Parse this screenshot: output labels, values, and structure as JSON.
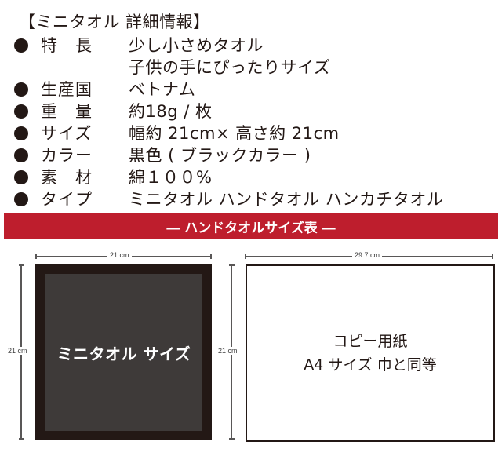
{
  "header": {
    "title": "【ミニタオル 詳細情報】"
  },
  "details": [
    {
      "label": "特　長",
      "value": "少し小さめタオル"
    },
    {
      "label": "",
      "value": "子供の手にぴったりサイズ"
    },
    {
      "label": "生産国",
      "value": "ベトナム"
    },
    {
      "label": "重　量",
      "value": "約18g / 枚"
    },
    {
      "label": "サイズ",
      "value": "幅約 21cm×  高さ約 21cm"
    },
    {
      "label": "カラー",
      "value": "黒色 ( ブラックカラー )"
    },
    {
      "label": "素　材",
      "value": "綿１００%"
    },
    {
      "label": "タイプ",
      "value": "ミニタオル  ハンドタオル  ハンカチタオル"
    }
  ],
  "band": {
    "label": "― ハンドタオルサイズ表 ―",
    "color": "#be1e2d"
  },
  "diagram": {
    "towel": {
      "label": "ミニタオル サイズ",
      "width": "21 cm",
      "height": "21 cm",
      "outer_color": "#231815",
      "inner_color": "#3e3a39"
    },
    "paper": {
      "line1": "コピー用紙",
      "line2": "A4 サイズ 巾と同等",
      "width": "29.7 cm",
      "height": "21 cm"
    }
  }
}
